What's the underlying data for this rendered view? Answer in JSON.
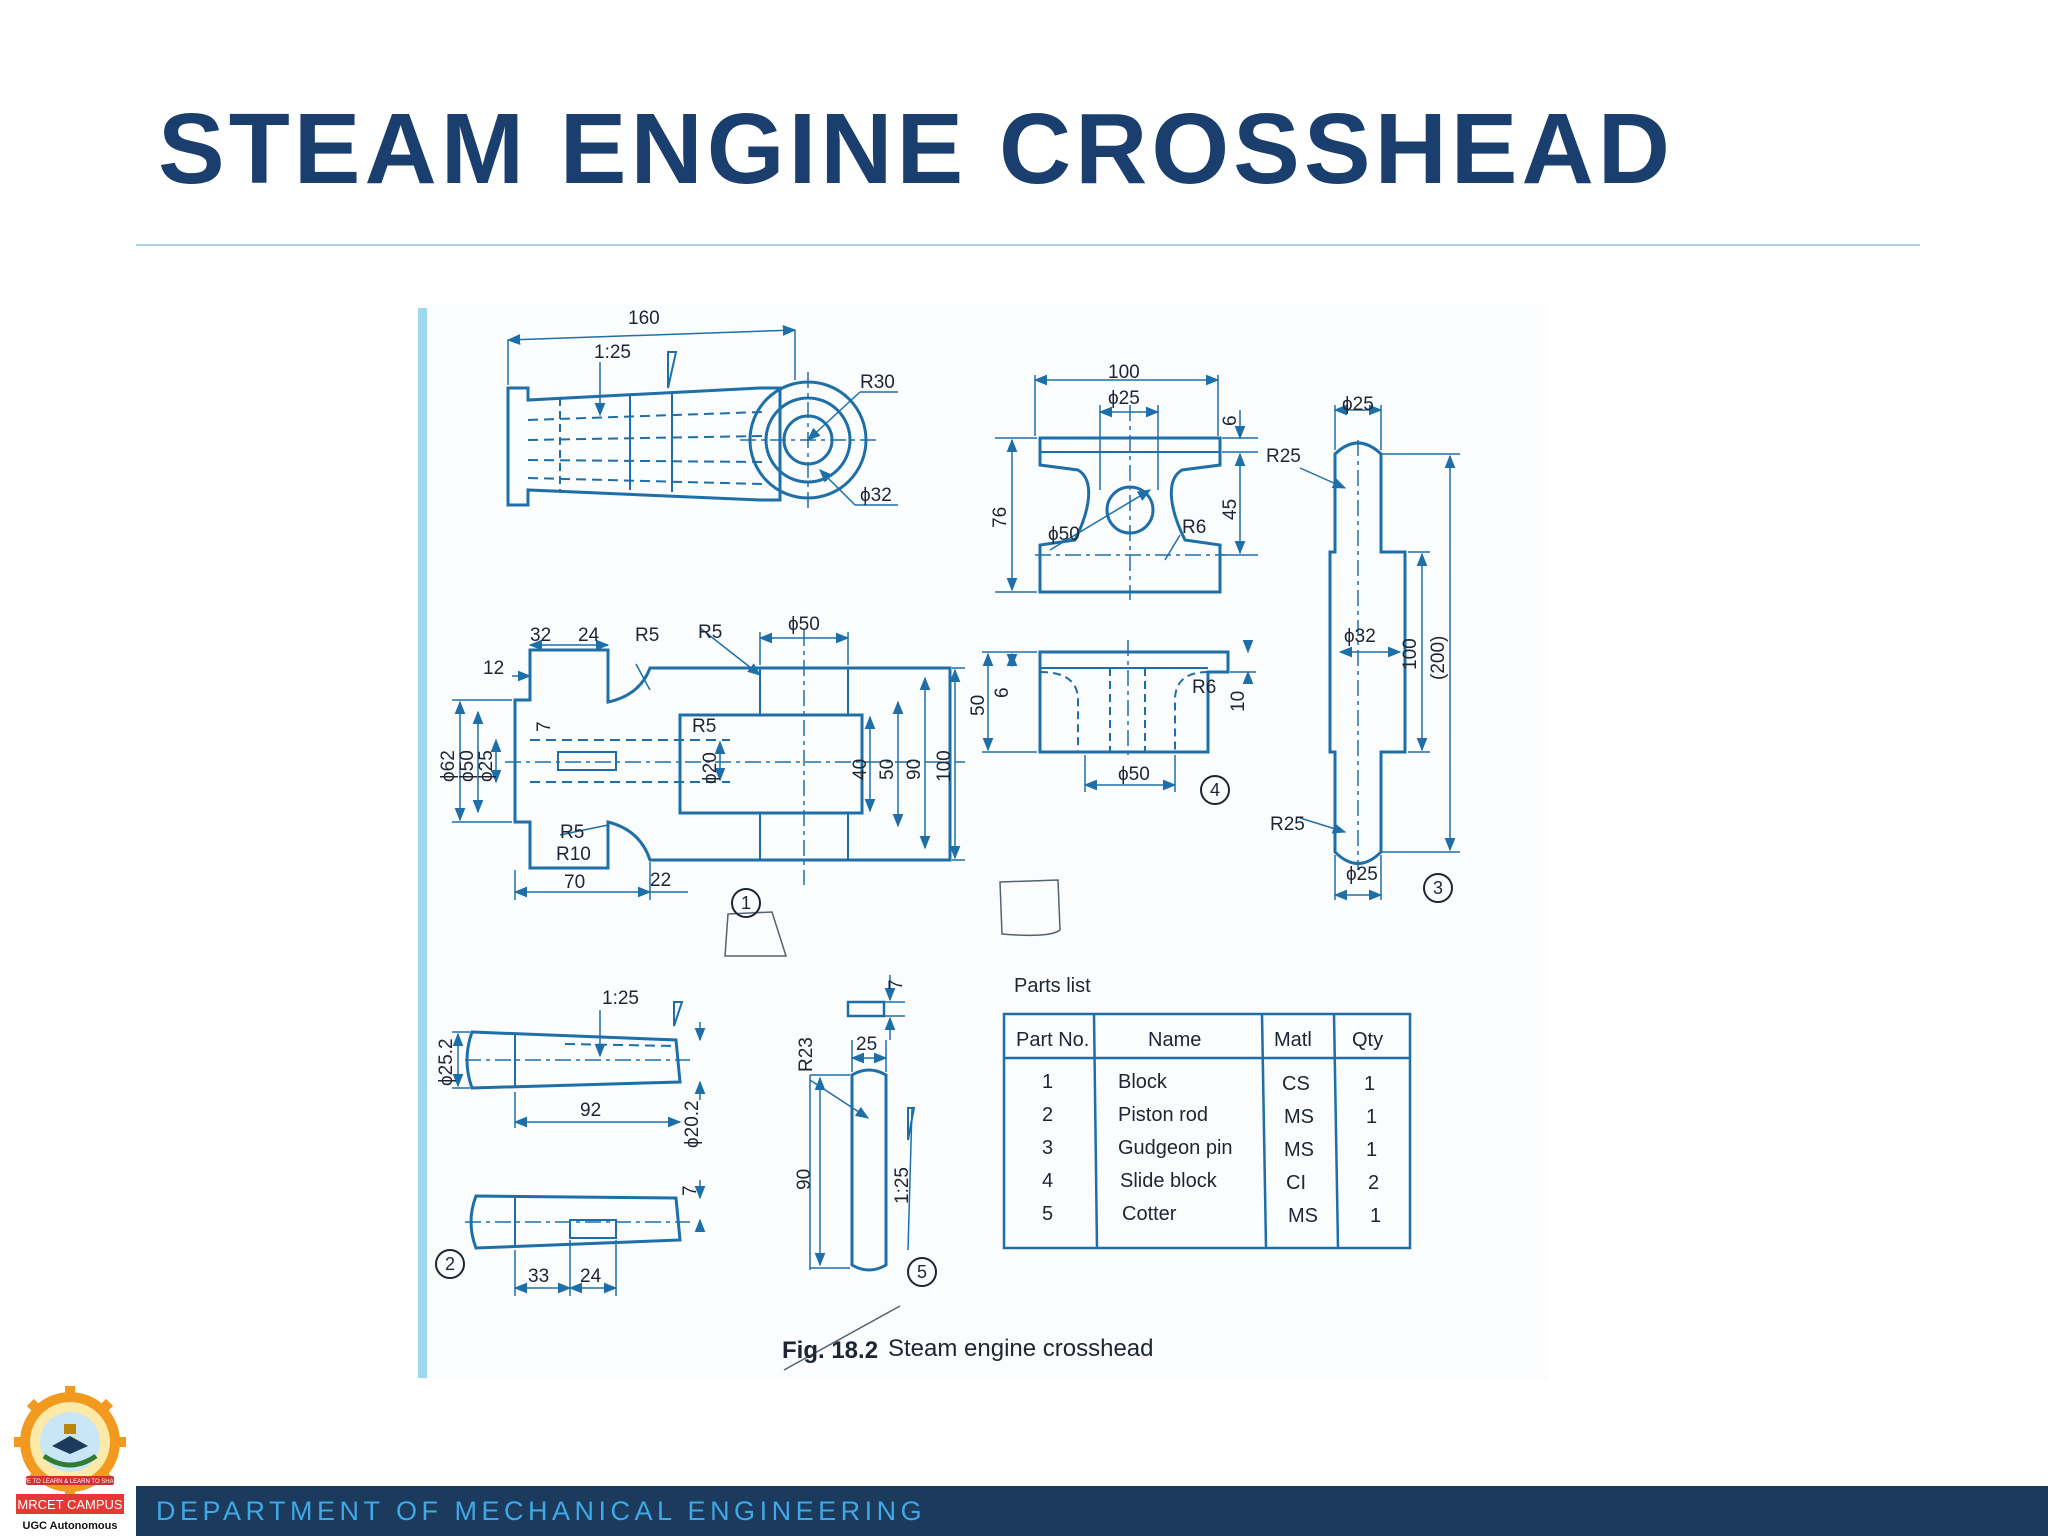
{
  "slide": {
    "title": "STEAM ENGINE CROSSHEAD",
    "footer": "DEPARTMENT OF MECHANICAL ENGINEERING"
  },
  "logo": {
    "name": "MRCET CAMPUS",
    "subtitle": "UGC Autonomous",
    "motto": "LIVE TO LEARN & LEARN TO SHARE"
  },
  "drawing": {
    "caption_prefix": "Fig. 18.2",
    "caption_text": "Steam engine crosshead",
    "part_markers": [
      "1",
      "2",
      "3",
      "4",
      "5"
    ],
    "dims_top": {
      "len": "160",
      "taper": "1:25",
      "r30": "R30",
      "d32": "ϕ32"
    },
    "dims_front": {
      "w100": "100",
      "d25": "ϕ25",
      "six": "6",
      "h76": "76",
      "h45": "45",
      "d50": "ϕ50",
      "r6": "R6"
    },
    "dims_main": {
      "d32": "32",
      "d24": "24",
      "d12": "12",
      "r5a": "R5",
      "r5b": "R5",
      "d50": "ϕ50",
      "r5c": "R5",
      "d7": "7",
      "d62": "ϕ62",
      "d50b": "ϕ50",
      "d25": "ϕ25",
      "d20": "ϕ20",
      "d40": "40",
      "d50c": "50",
      "d90": "90",
      "d100": "100",
      "r5d": "R5",
      "r10": "R10",
      "d70": "70",
      "d22": "22"
    },
    "dims_slide": {
      "h50": "50",
      "h6": "6",
      "r6": "R6",
      "h10": "10",
      "d50": "ϕ50"
    },
    "dims_pin": {
      "d25top": "ϕ25",
      "r25top": "R25",
      "d32": "ϕ32",
      "h100": "100",
      "h200": "(200)",
      "r25bot": "R25",
      "d25bot": "ϕ25"
    },
    "dims_rod": {
      "taper": "1:25",
      "d252": "ϕ25.2",
      "len92": "92",
      "d202": "ϕ20.2",
      "d7": "7",
      "d33": "33",
      "d24": "24"
    },
    "dims_cotter": {
      "d7": "7",
      "w25": "25",
      "r23": "R23",
      "h90": "90",
      "taper": "1:25"
    },
    "parts_list": {
      "title": "Parts list",
      "headers": [
        "Part No.",
        "Name",
        "Matl",
        "Qty"
      ],
      "rows": [
        [
          "1",
          "Block",
          "CS",
          "1"
        ],
        [
          "2",
          "Piston rod",
          "MS",
          "1"
        ],
        [
          "3",
          "Gudgeon pin",
          "MS",
          "1"
        ],
        [
          "4",
          "Slide block",
          "CI",
          "2"
        ],
        [
          "5",
          "Cotter",
          "MS",
          "1"
        ]
      ]
    }
  },
  "colors": {
    "title": "#1a3f6e",
    "rule": "#a7d3ea",
    "footer_bar": "#1b3a5c",
    "footer_text": "#3fa8e6",
    "drawing_line": "#1e6fa8",
    "drawing_text": "#1d2533"
  }
}
